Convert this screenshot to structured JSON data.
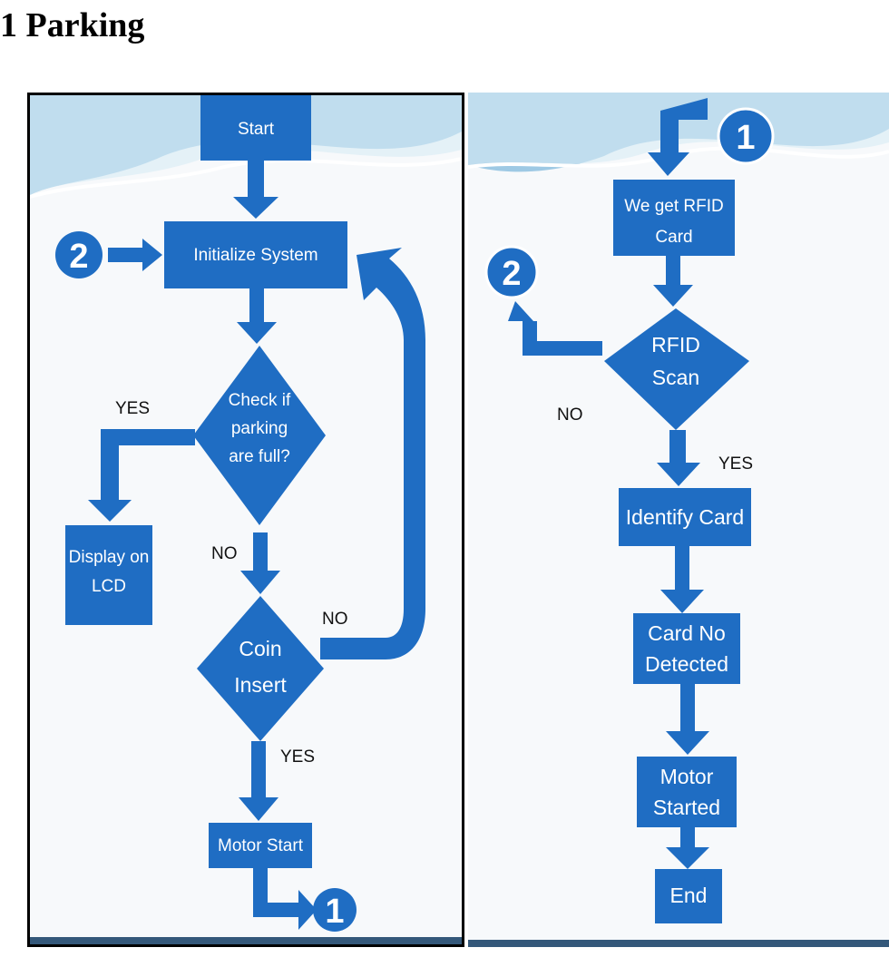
{
  "page": {
    "title": "1 Parking"
  },
  "left": {
    "start": "Start",
    "initialize": "Initialize System",
    "check": [
      "Check if",
      "parking",
      "are full?"
    ],
    "display": [
      "Display on",
      "LCD"
    ],
    "coin": [
      "Coin",
      "Insert"
    ],
    "motor_start": "Motor Start",
    "yes_top": "YES",
    "no_mid": "NO",
    "no_right": "NO",
    "yes_bottom": "YES",
    "connector_in": "2",
    "connector_out": "1"
  },
  "right": {
    "connector_in": "1",
    "connector_out": "2",
    "get_card": [
      "We get RFID",
      "Card"
    ],
    "scan": [
      "RFID",
      "Scan"
    ],
    "no": "NO",
    "yes": "YES",
    "identify": "Identify Card",
    "detected": [
      "Card No",
      "Detected"
    ],
    "motor": [
      "Motor",
      "Started"
    ],
    "end": "End"
  },
  "colors": {
    "shape": "#1f6dc3",
    "wave_dark": "#9ec9e4",
    "wave_light": "#d7ebf5",
    "panel_bg": "#f7f9fb"
  }
}
